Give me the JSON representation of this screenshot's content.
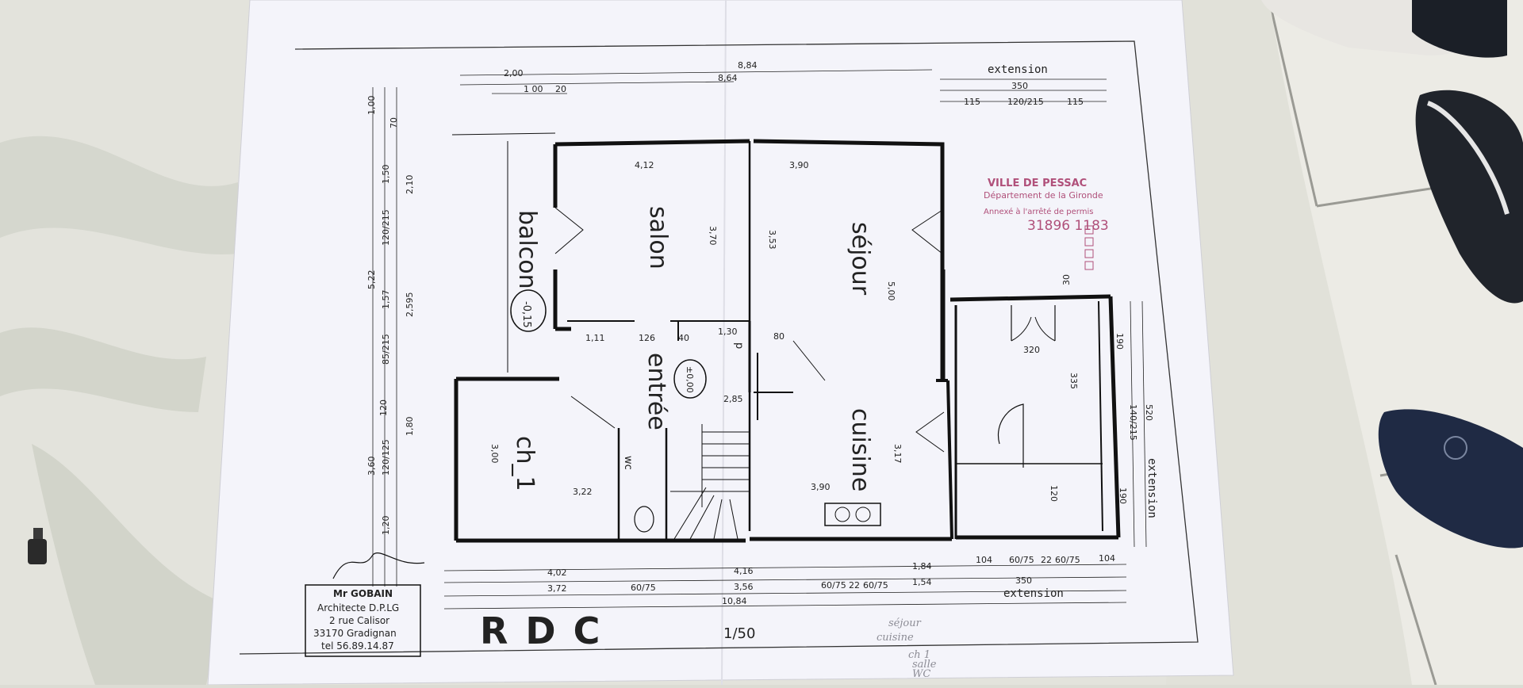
{
  "plan": {
    "title": "RDC",
    "scale": "1/50",
    "rooms": {
      "salon": "salon",
      "sejour": "séjour",
      "balcon": "balcon",
      "entree": "entrée",
      "cuisine": "cuisine",
      "chambre": "ch_1",
      "wc": "wc",
      "placard": "p"
    },
    "levels": {
      "balcon": "-0,15",
      "entree": "±0,00"
    },
    "extension_label": "extension",
    "architect": {
      "name": "Mr GOBAIN",
      "title": "Architecte D.P.LG",
      "street": "2 rue Calisor",
      "city": "33170 Gradignan",
      "phone": "tel  56.89.14.87"
    },
    "stamp": {
      "city": "VILLE DE PESSAC",
      "department": "Département de la Gironde",
      "annex_text": "Annexé à l'arrêté de permis",
      "number": "31896 1183"
    },
    "dimensions": {
      "top": [
        "8,84",
        "8,64",
        "2,00",
        "1 00",
        "20",
        "350",
        "115",
        "120/215",
        "115"
      ],
      "rooms": [
        "4,12",
        "3,90",
        "3,70",
        "3,53",
        "5,00",
        "1,30",
        "1,11",
        "126",
        "40",
        "80",
        "2,85",
        "3,00",
        "3,22",
        "3,90",
        "3,17",
        "320",
        "335",
        "120"
      ],
      "left": [
        "1,00",
        "70",
        "1,50",
        "2,10",
        "120/215",
        "5,22",
        "1,57",
        "2,595",
        "85/215",
        "120",
        "1,80",
        "120/125",
        "1,20",
        "3,60"
      ],
      "bottom": [
        "4,02",
        "4,16",
        "1,84",
        "104",
        "60/75",
        "22",
        "60/75",
        "104",
        "3,72",
        "60/75",
        "3,56",
        "60/75",
        "22",
        "60/75",
        "1,54",
        "350",
        "10,84"
      ],
      "right": [
        "190",
        "520",
        "140/215",
        "190",
        "30"
      ]
    },
    "handwritten_notes": [
      "séjour",
      "cuisine",
      "ch 1",
      "salle",
      "WC"
    ]
  }
}
